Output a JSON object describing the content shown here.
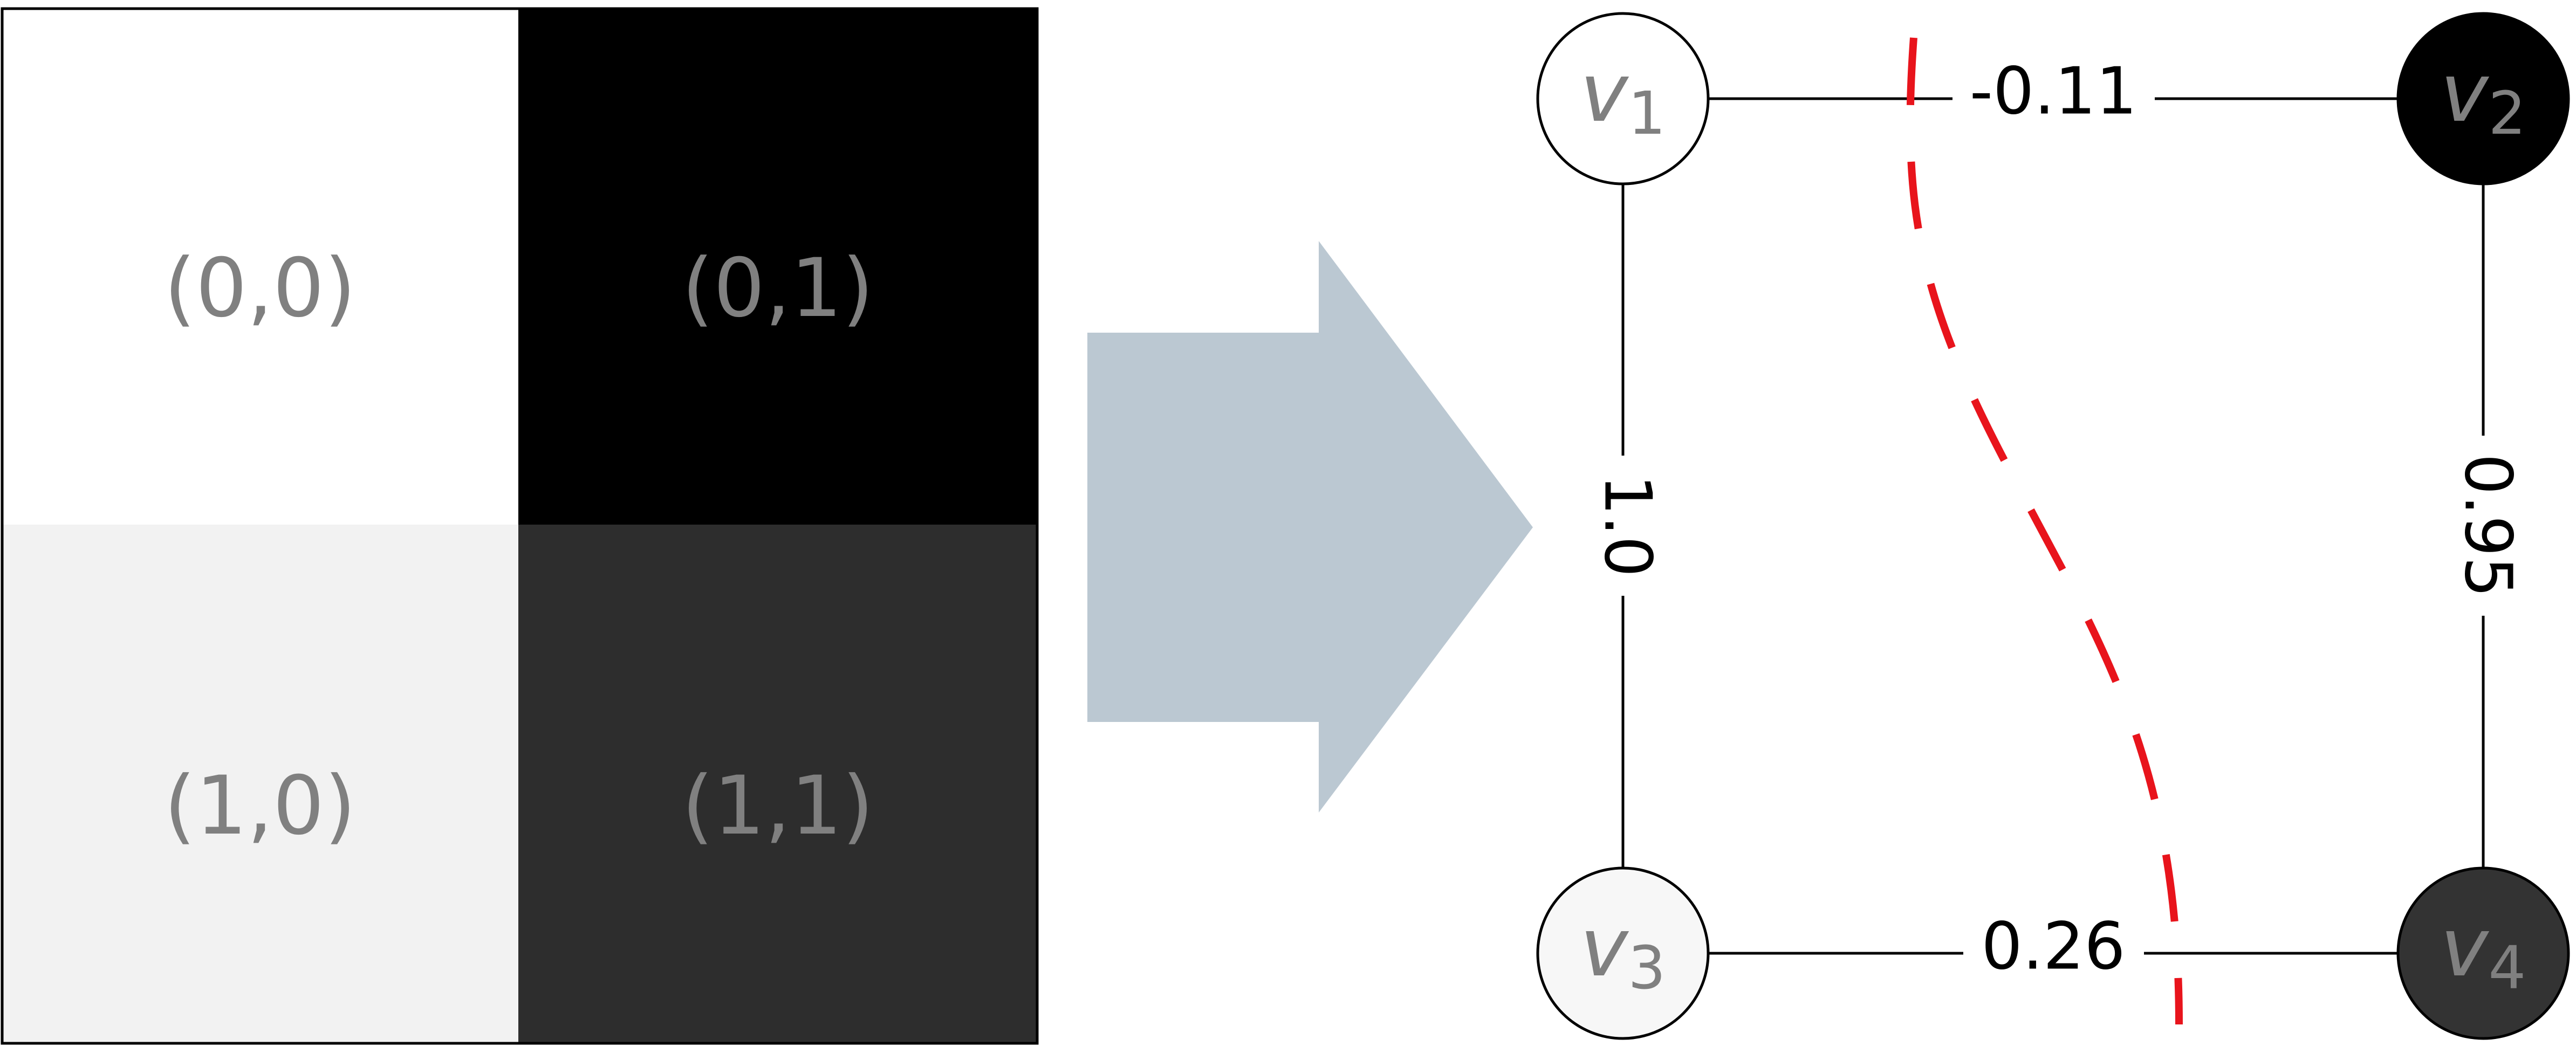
{
  "colors": {
    "arrow": "#bbc8d2",
    "cut": "#e8141c",
    "edge": "#000000",
    "grid_border": "#000000",
    "label_text": "#808080"
  },
  "grid": {
    "cells": [
      {
        "label": "(0,0)",
        "color": "#ffffff"
      },
      {
        "label": "(0,1)",
        "color": "#000000"
      },
      {
        "label": "(1,0)",
        "color": "#f2f2f2"
      },
      {
        "label": "(1,1)",
        "color": "#2d2d2d"
      }
    ]
  },
  "arrow": {
    "icon": "right-arrow-icon"
  },
  "graph": {
    "nodes": [
      {
        "var": "v",
        "sub": "1",
        "color": "#ffffff"
      },
      {
        "var": "v",
        "sub": "2",
        "color": "#000000"
      },
      {
        "var": "v",
        "sub": "3",
        "color": "#f7f7f7"
      },
      {
        "var": "v",
        "sub": "4",
        "color": "#333333"
      }
    ],
    "edges": [
      {
        "from": "v1",
        "to": "v2",
        "weight": "-0.11"
      },
      {
        "from": "v1",
        "to": "v3",
        "weight": "1.0"
      },
      {
        "from": "v2",
        "to": "v4",
        "weight": "0.95"
      },
      {
        "from": "v3",
        "to": "v4",
        "weight": "0.26"
      }
    ],
    "cut": {
      "style": "dashed",
      "color": "#e8141c"
    }
  }
}
